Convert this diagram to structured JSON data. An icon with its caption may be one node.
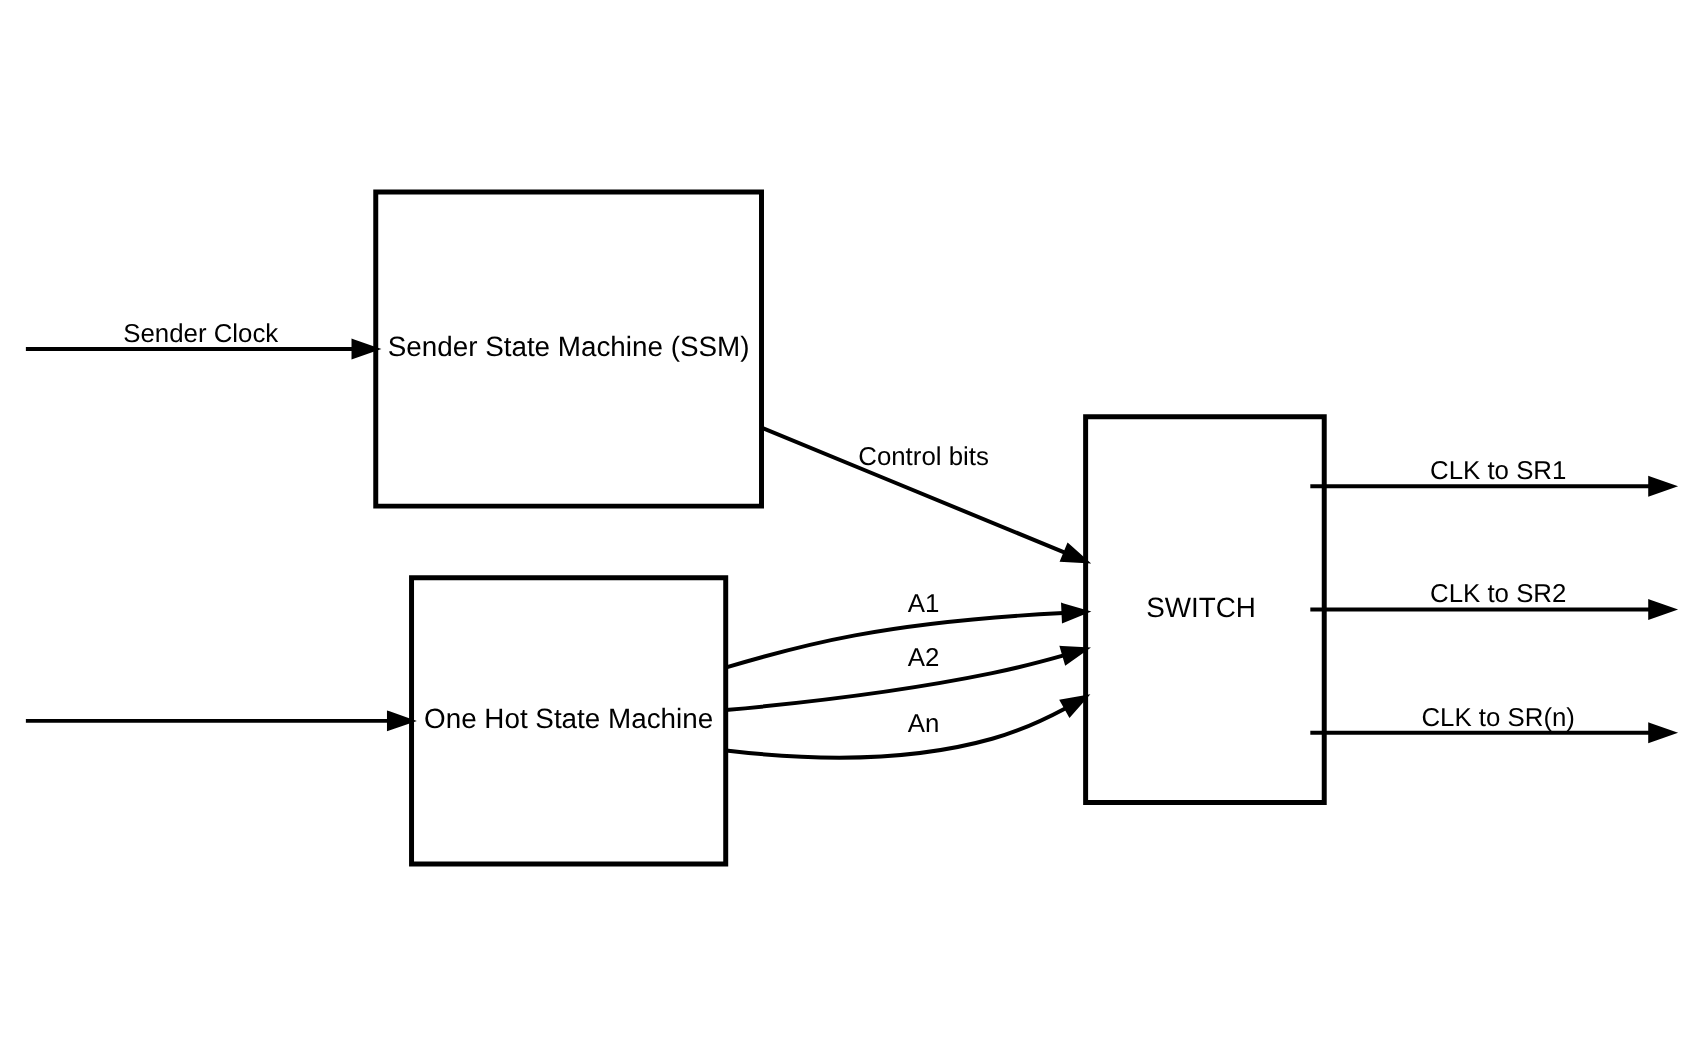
{
  "diagram": {
    "nodes": [
      {
        "text": [
          "One Hot State Machine"
        ]
      },
      {
        "text": [
          "SWITCH"
        ]
      },
      {
        "text": [
          "Sender State Machine (SSM)"
        ]
      }
    ],
    "edges": [
      {
        "from": 0,
        "to": 1,
        "arrow": "to",
        "label": "A1"
      },
      {
        "from": 0,
        "to": 1,
        "arrow": "to",
        "label": "A2"
      },
      {
        "from": 0,
        "to": 1,
        "arrow": "to",
        "label": "An"
      },
      {
        "from": 1,
        "to": null,
        "arrow": "to",
        "label": "CLK to SR1"
      },
      {
        "from": 1,
        "to": null,
        "arrow": "to",
        "label": "CLK to SR2"
      },
      {
        "from": 1,
        "to": null,
        "arrow": "to",
        "label": "CLK to SR(n)"
      },
      {
        "from": 2,
        "to": 1,
        "arrow": "to",
        "label": "Control bits"
      },
      {
        "from": null,
        "to": 2,
        "arrow": "to",
        "label": "Sender Clock"
      },
      {
        "from": null,
        "to": 0,
        "arrow": "to"
      }
    ]
  }
}
